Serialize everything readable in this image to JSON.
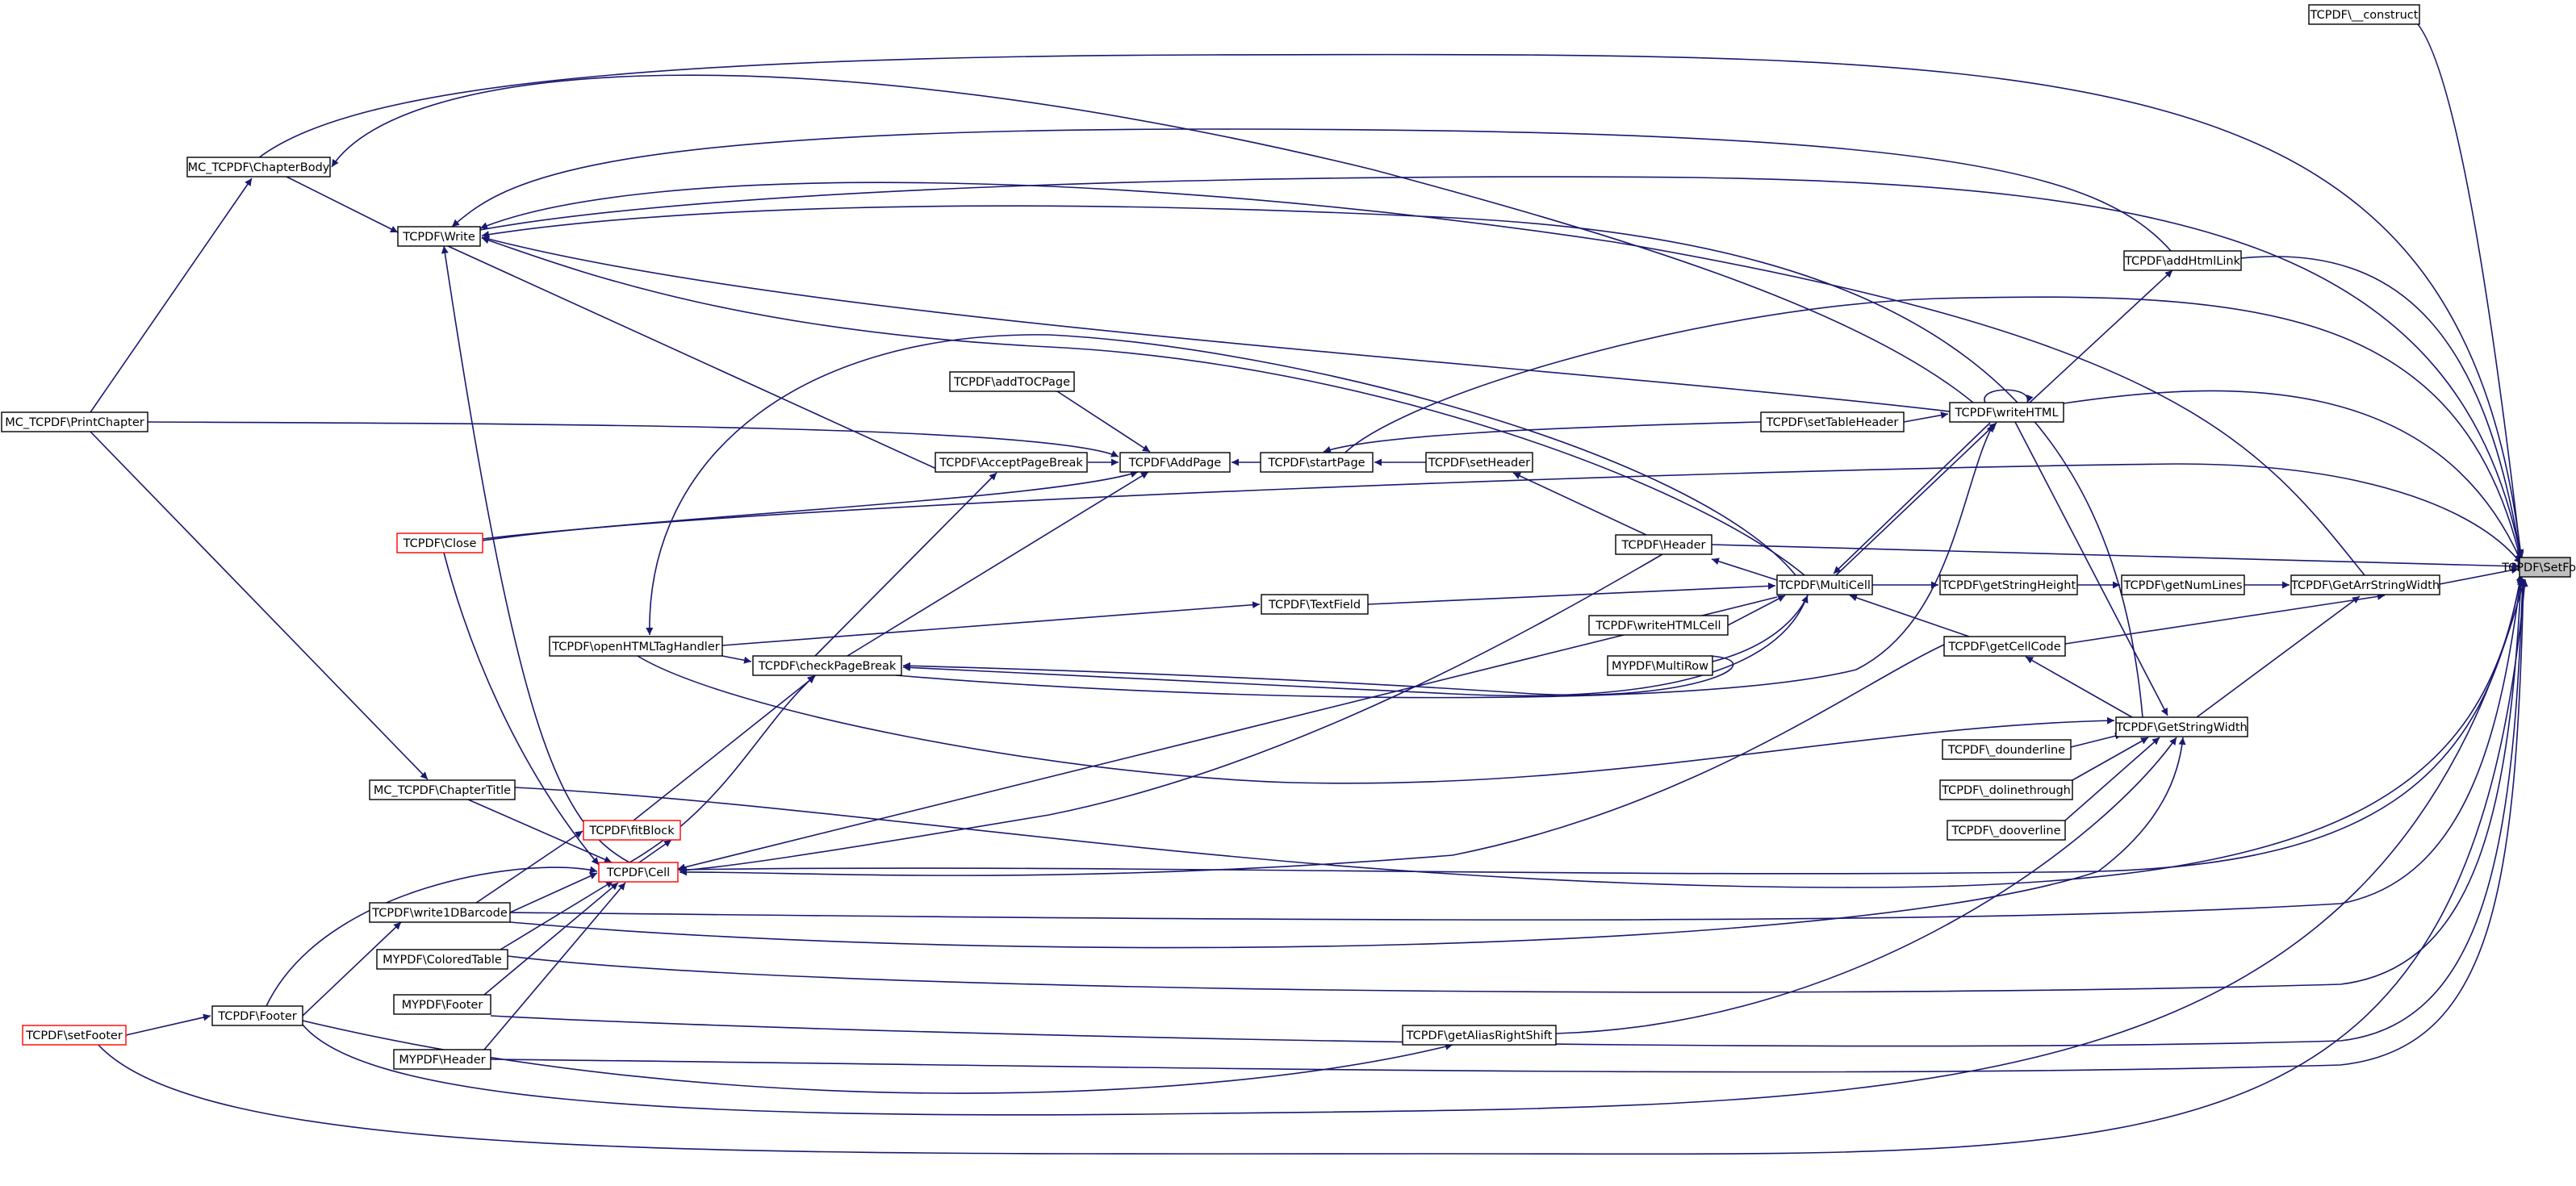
{
  "colors": {
    "edge": "#191970",
    "node_border": "#000000",
    "red_border": "#ff0000",
    "selected_fill": "#bfbfbf"
  },
  "nodes": {
    "construct": "TCPDF\\__construct",
    "setFont": "TCPDF\\SetFont",
    "addHtmlLink": "TCPDF\\addHtmlLink",
    "writeHTML": "TCPDF\\writeHTML",
    "setTableHeader": "TCPDF\\setTableHeader",
    "setHeader": "TCPDF\\setHeader",
    "startPage": "TCPDF\\startPage",
    "addPage": "TCPDF\\AddPage",
    "addTOCPage": "TCPDF\\addTOCPage",
    "acceptPageBreak": "TCPDF\\AcceptPageBreak",
    "header": "TCPDF\\Header",
    "multiCell": "TCPDF\\MultiCell",
    "getStringHeight": "TCPDF\\getStringHeight",
    "getNumLines": "TCPDF\\getNumLines",
    "getArrStringWidth": "TCPDF\\GetArrStringWidth",
    "textField": "TCPDF\\TextField",
    "writeHTMLCell": "TCPDF\\writeHTMLCell",
    "myMultiRow": "MYPDF\\MultiRow",
    "getCellCode": "TCPDF\\getCellCode",
    "getStringWidth": "TCPDF\\GetStringWidth",
    "dounderline": "TCPDF\\_dounderline",
    "dolinethrough": "TCPDF\\_dolinethrough",
    "dooverline": "TCPDF\\_dooverline",
    "getAliasRightShift": "TCPDF\\getAliasRightShift",
    "chapterBody": "MC_TCPDF\\ChapterBody",
    "write": "TCPDF\\Write",
    "printChapter": "MC_TCPDF\\PrintChapter",
    "close": "TCPDF\\Close",
    "openHTMLTagHandler": "TCPDF\\openHTMLTagHandler",
    "checkPageBreak": "TCPDF\\checkPageBreak",
    "chapterTitle": "MC_TCPDF\\ChapterTitle",
    "fitBlock": "TCPDF\\fitBlock",
    "cell": "TCPDF\\Cell",
    "write1DBarcode": "TCPDF\\write1DBarcode",
    "coloredTable": "MYPDF\\ColoredTable",
    "myFooter": "MYPDF\\Footer",
    "footer": "TCPDF\\Footer",
    "setFooter": "TCPDF\\setFooter",
    "myHeader": "MYPDF\\Header"
  }
}
